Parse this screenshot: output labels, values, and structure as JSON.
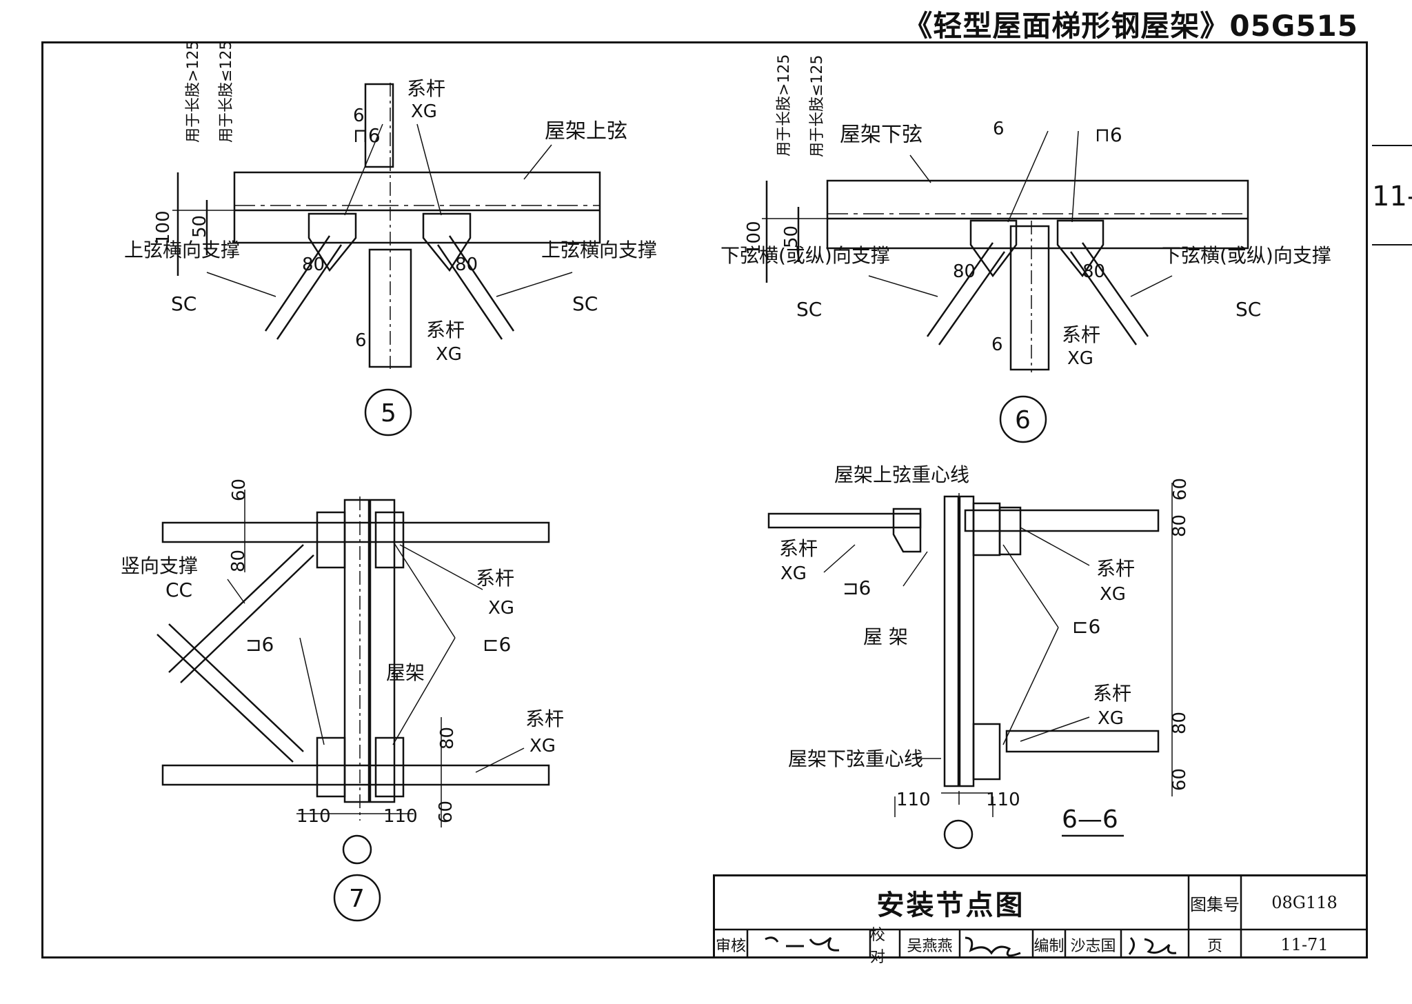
{
  "header": {
    "title": "《轻型屋面梯形钢屋架》05G515",
    "side_page": "11-"
  },
  "detail5": {
    "bubble": "5",
    "range_gt": "用于长肢>125",
    "range_le": "用于长肢≤125",
    "dim_100": "100",
    "dim_50": "50",
    "dim_80a": "80",
    "dim_80b": "80",
    "tie_top": "系杆",
    "tie_top_code": "XG",
    "tie_bot": "系杆",
    "tie_bot_code": "XG",
    "weld": "⊓6",
    "chord": "屋架上弦",
    "brace_left": "上弦横向支撑",
    "brace_left_code": "SC",
    "brace_right": "上弦横向支撑",
    "brace_right_code": "SC",
    "section_top": "6",
    "section_bot": "6"
  },
  "detail6": {
    "bubble": "6",
    "range_gt": "用于长肢>125",
    "range_le": "用于长肢≤125",
    "dim_100": "100",
    "dim_50": "50",
    "dim_80a": "80",
    "dim_80b": "80",
    "chord": "屋架下弦",
    "weld": "⊓6",
    "brace_left": "下弦横(或纵)向支撑",
    "brace_left_code": "SC",
    "brace_right": "下弦横(或纵)向支撑",
    "brace_right_code": "SC",
    "tie": "系杆",
    "tie_code": "XG",
    "section_top": "6",
    "section_bot": "6"
  },
  "detail7": {
    "bubble": "7",
    "dim_60a": "60",
    "dim_80a": "80",
    "dim_80b": "80",
    "dim_60b": "60",
    "dim_110a": "110",
    "dim_110b": "110",
    "vbrace": "竖向支撑",
    "vbrace_code": "CC",
    "tie_top": "系杆",
    "tie_top_code": "XG",
    "tie_bot": "系杆",
    "tie_bot_code": "XG",
    "weld_left": "⊐6",
    "weld_right": "⊏6",
    "truss": "屋架"
  },
  "section66": {
    "label": "6—6",
    "top_cg": "屋架上弦重心线",
    "bot_cg": "屋架下弦重心线",
    "tie_left": "系杆",
    "tie_left_code": "XG",
    "tie_right1": "系杆",
    "tie_right1_code": "XG",
    "tie_right2": "系杆",
    "tie_right2_code": "XG",
    "weld_left": "⊐6",
    "weld_right": "⊏6",
    "truss": "屋  架",
    "dim_60a": "60",
    "dim_80a": "80",
    "dim_80b": "80",
    "dim_60b": "60",
    "dim_110a": "110",
    "dim_110b": "110"
  },
  "title_block": {
    "title": "安装节点图",
    "atlas_label": "图集号",
    "atlas_value": "08G118",
    "review": "审核",
    "check": "校对",
    "checker": "吴燕燕",
    "draw": "编制",
    "drawer": "沙志国",
    "page_label": "页",
    "page_value": "11-71"
  }
}
